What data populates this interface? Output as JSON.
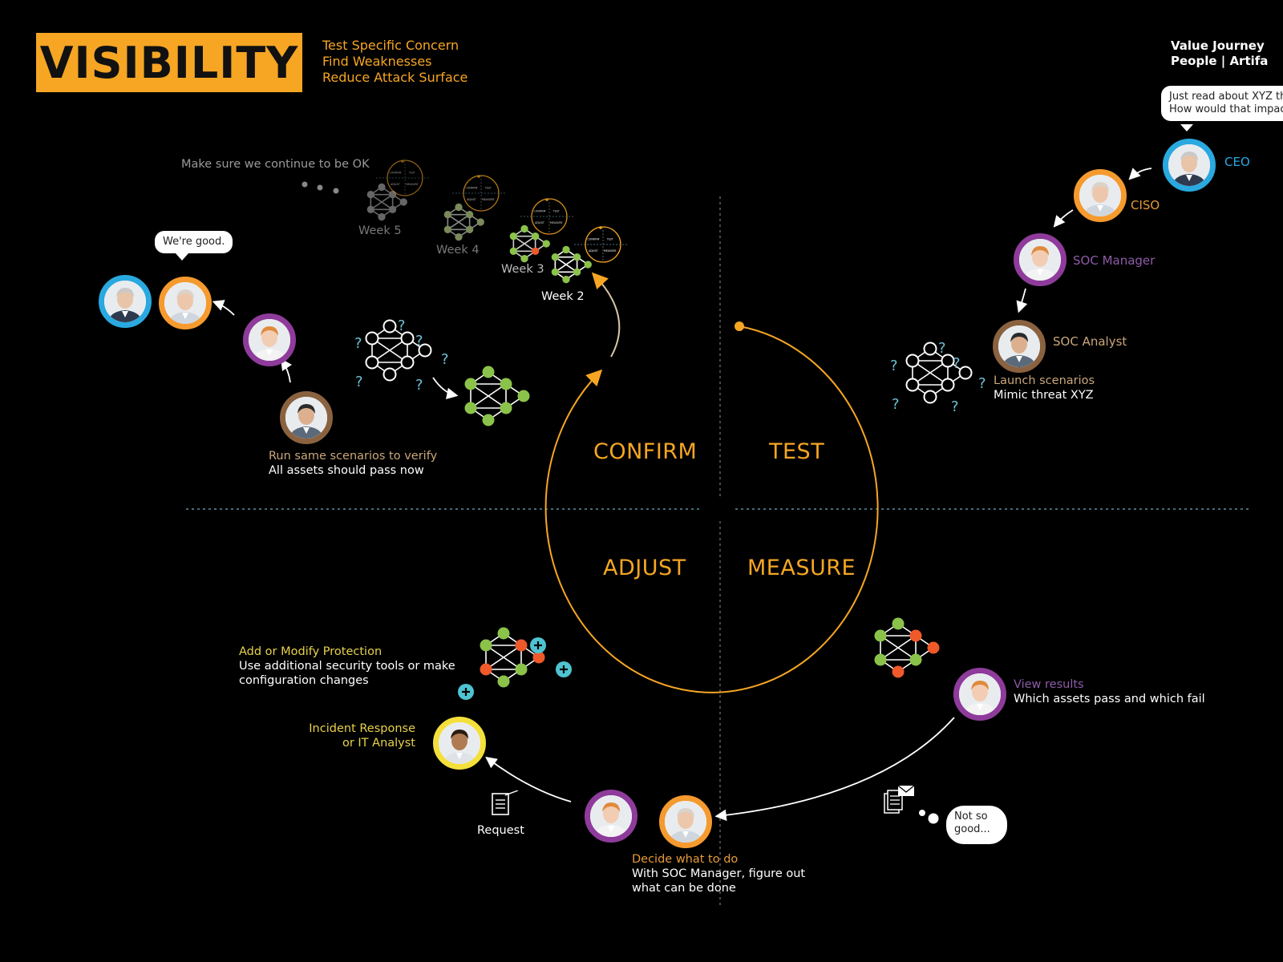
{
  "header": {
    "title": "VISIBILITY",
    "subtitle_lines": [
      "Test Specific Concern",
      "Find Weaknesses",
      "Reduce Attack Surface"
    ],
    "top_right": [
      "Value Journey",
      "People | Artifa"
    ]
  },
  "quadrants": {
    "confirm": "CONFIRM",
    "test": "TEST",
    "adjust": "ADJUST",
    "measure": "MEASURE"
  },
  "test_section": {
    "ceo_bubble": [
      "Just read about XYZ thr",
      "How would that impact"
    ],
    "roles": {
      "ceo": "CEO",
      "ciso": "CISO",
      "soc_manager": "SOC Manager",
      "soc_analyst": "SOC Analyst"
    },
    "launch_title": "Launch scenarios",
    "launch_desc": "Mimic threat XYZ"
  },
  "measure_section": {
    "view_title": "View results",
    "view_desc": "Which assets pass and which fail",
    "bubble": [
      "Not so",
      "good..."
    ],
    "decide_title": "Decide what to do",
    "decide_desc": [
      "With SOC Manager, figure out",
      "what can be done"
    ]
  },
  "adjust_section": {
    "add_title": "Add or Modify Protection",
    "add_desc": [
      "Use additional security tools or make",
      "configuration changes"
    ],
    "ir_role": [
      "Incident Response",
      "or IT Analyst"
    ],
    "request_label": "Request"
  },
  "confirm_section": {
    "continue_label": "Make sure we continue to be OK",
    "weeks": [
      "Week 5",
      "Week 4",
      "Week 3",
      "Week 2"
    ],
    "good_bubble": "We're good.",
    "verify_title": "Run same scenarios to verify",
    "verify_desc": "All assets should pass now",
    "mini_cycle_labels": [
      "CONFIRM",
      "TEST",
      "ADJUST",
      "MEASURE"
    ]
  },
  "colors": {
    "accent": "#F6A623",
    "ceo_ring": "#29A9E0",
    "ciso_ring": "#F59A2E",
    "manager_ring": "#8E3B9B",
    "analyst_ring": "#8A6240",
    "ir_ring": "#F3E03A",
    "node_green": "#8BC34A",
    "node_red": "#F0592A",
    "plus_teal": "#4FC3D1",
    "question": "#6EC1D6",
    "yellow_text": "#E8D24A",
    "orange_text": "#E59A3A",
    "purple_text": "#8E5BA8",
    "grey_text": "#9A9A9A",
    "tan_text": "#C9A77A"
  }
}
